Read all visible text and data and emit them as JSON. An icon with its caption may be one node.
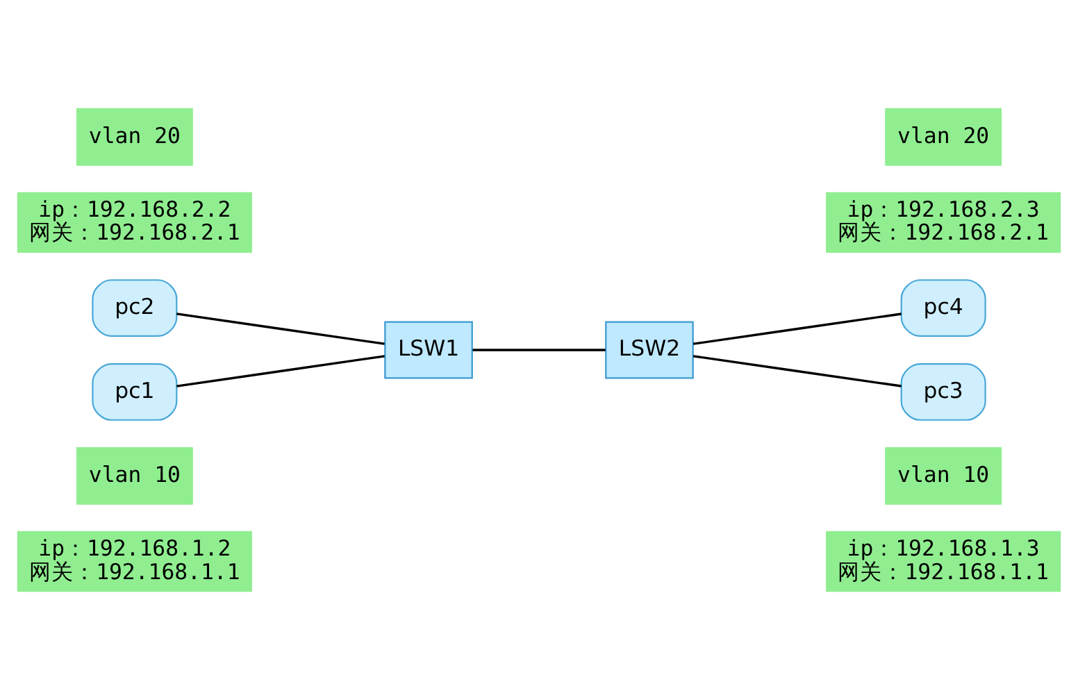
{
  "diagram": {
    "nodes": [
      {
        "text": [
          "pc2"
        ]
      },
      {
        "text": [
          "vlan 20"
        ]
      },
      {
        "text": [
          "ip：192.168.2.2",
          "网关：192.168.2.1"
        ]
      },
      {
        "text": [
          "vlan 20"
        ]
      },
      {
        "text": [
          "pc4"
        ]
      },
      {
        "text": [
          "ip：192.168.2.3",
          "网关：192.168.2.1"
        ]
      },
      {
        "text": [
          "LSW1"
        ]
      },
      {
        "text": [
          "LSW2"
        ]
      },
      {
        "text": [
          "pc1"
        ]
      },
      {
        "text": [
          "vlan 10"
        ]
      },
      {
        "text": [
          "ip：192.168.1.2",
          "网关：192.168.1.1"
        ]
      },
      {
        "text": [
          "pc3"
        ]
      },
      {
        "text": [
          "vlan 10"
        ]
      },
      {
        "text": [
          "ip：192.168.1.3",
          "网关：192.168.1.1"
        ]
      }
    ],
    "edges": [
      {
        "from": 0,
        "to": 6,
        "arrow": "none"
      },
      {
        "from": 8,
        "to": 6,
        "arrow": "none"
      },
      {
        "from": 6,
        "to": 7,
        "arrow": "none"
      },
      {
        "from": 7,
        "to": 4,
        "arrow": "none"
      },
      {
        "from": 7,
        "to": 11,
        "arrow": "none"
      }
    ]
  }
}
